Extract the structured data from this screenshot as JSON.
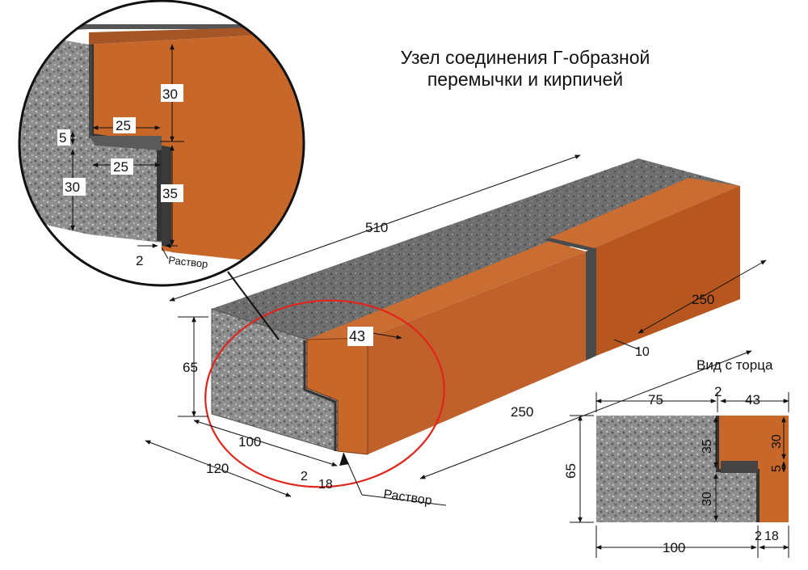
{
  "title": {
    "line1": "Узел соединения Г-образной",
    "line2": "перемычки и кирпичей"
  },
  "colors": {
    "brick_front": "#c8672a",
    "brick_top": "#c96d33",
    "brick_side": "#a8501c",
    "concrete": "#8f8f8f",
    "concrete_dark": "#4c4c4c",
    "highlight_circle": "#e0261c"
  },
  "main_view": {
    "length": "510",
    "height": "65",
    "width_total": "120",
    "concrete_width": "100",
    "mortar_gap": "2",
    "brick_depth": "18",
    "brick_top_width": "43",
    "brick_length_a": "250",
    "brick_length_b": "250",
    "joint": "10",
    "mortar_label": "Раствор"
  },
  "detail_view": {
    "dim_30_top": "30",
    "dim_25_top": "25",
    "dim_5": "5",
    "dim_25_bottom": "25",
    "dim_30_bottom": "30",
    "dim_35": "35",
    "dim_2": "2",
    "mortar_label": "Раствор"
  },
  "end_view": {
    "label": "Вид с торца",
    "top_75": "75",
    "top_2": "2",
    "top_43": "43",
    "height_65": "65",
    "dim_35": "35",
    "dim_30_left": "30",
    "dim_30_right": "30",
    "dim_5": "5",
    "bottom_100": "100",
    "bottom_2": "2",
    "bottom_18": "18"
  }
}
